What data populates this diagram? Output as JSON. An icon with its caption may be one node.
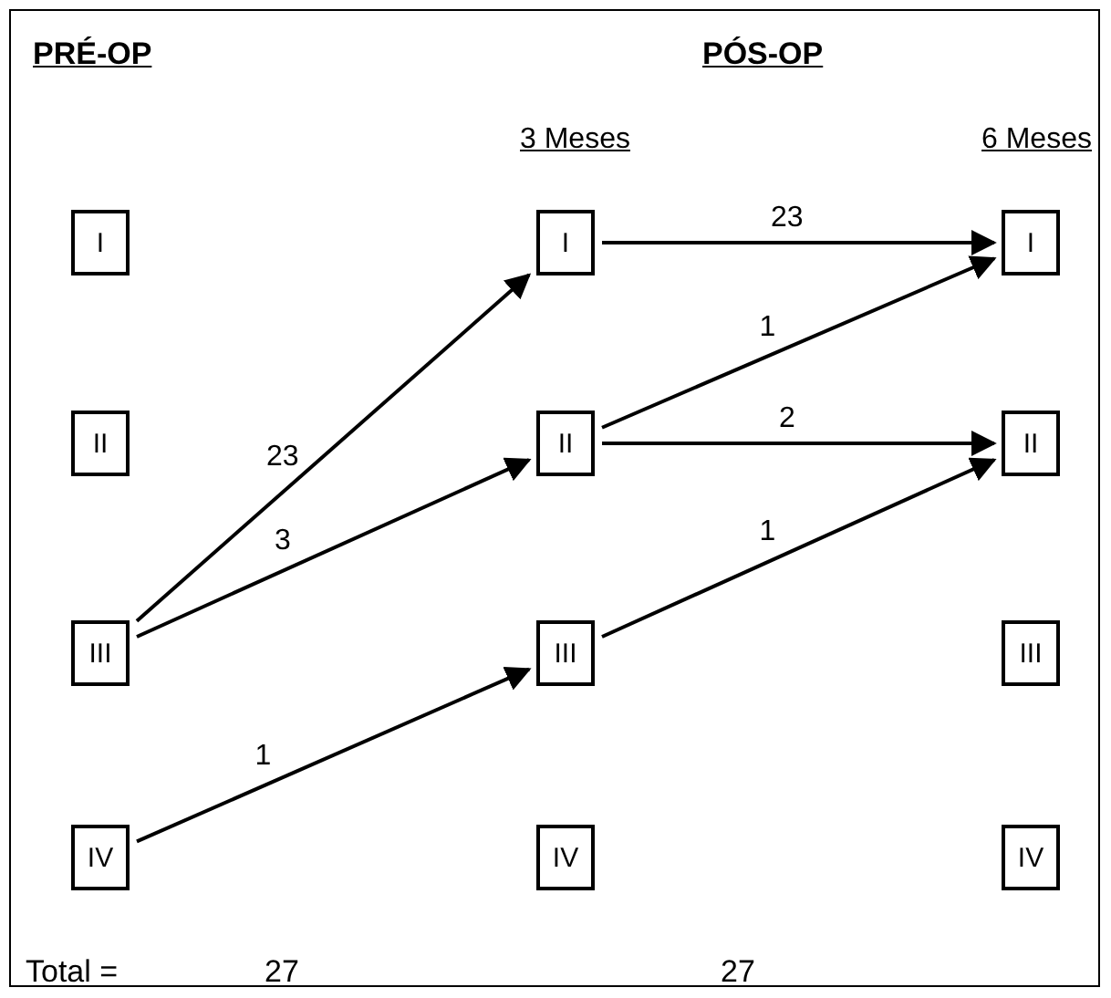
{
  "diagram": {
    "nodes": [
      {
        "text": [
          "I"
        ]
      },
      {
        "text": [
          "I"
        ]
      },
      {
        "text": [
          "I"
        ]
      },
      {
        "text": [
          "II"
        ]
      },
      {
        "text": [
          "II"
        ]
      },
      {
        "text": [
          "II"
        ]
      },
      {
        "text": [
          "III"
        ]
      },
      {
        "text": [
          "III"
        ]
      },
      {
        "text": [
          "III"
        ]
      },
      {
        "text": [
          "IV"
        ]
      },
      {
        "text": [
          "IV"
        ]
      },
      {
        "text": [
          "IV"
        ]
      }
    ],
    "edges": [
      {
        "from": 6,
        "to": 1,
        "arrow": "to",
        "label": "23"
      },
      {
        "from": 6,
        "to": 4,
        "arrow": "to",
        "label": "3"
      },
      {
        "from": 9,
        "to": 7,
        "arrow": "to",
        "label": "1"
      },
      {
        "from": 1,
        "to": 2,
        "arrow": "to",
        "label": "23"
      },
      {
        "from": 4,
        "to": 2,
        "arrow": "to",
        "label": "1"
      },
      {
        "from": 4,
        "to": 5,
        "arrow": "to",
        "label": "2"
      },
      {
        "from": 7,
        "to": 5,
        "arrow": "to",
        "label": "1"
      }
    ],
    "labels": [
      "PRÉ-OP",
      "PÓS-OP",
      "3 Meses",
      "6 Meses",
      "Total =",
      "27",
      "27"
    ]
  }
}
